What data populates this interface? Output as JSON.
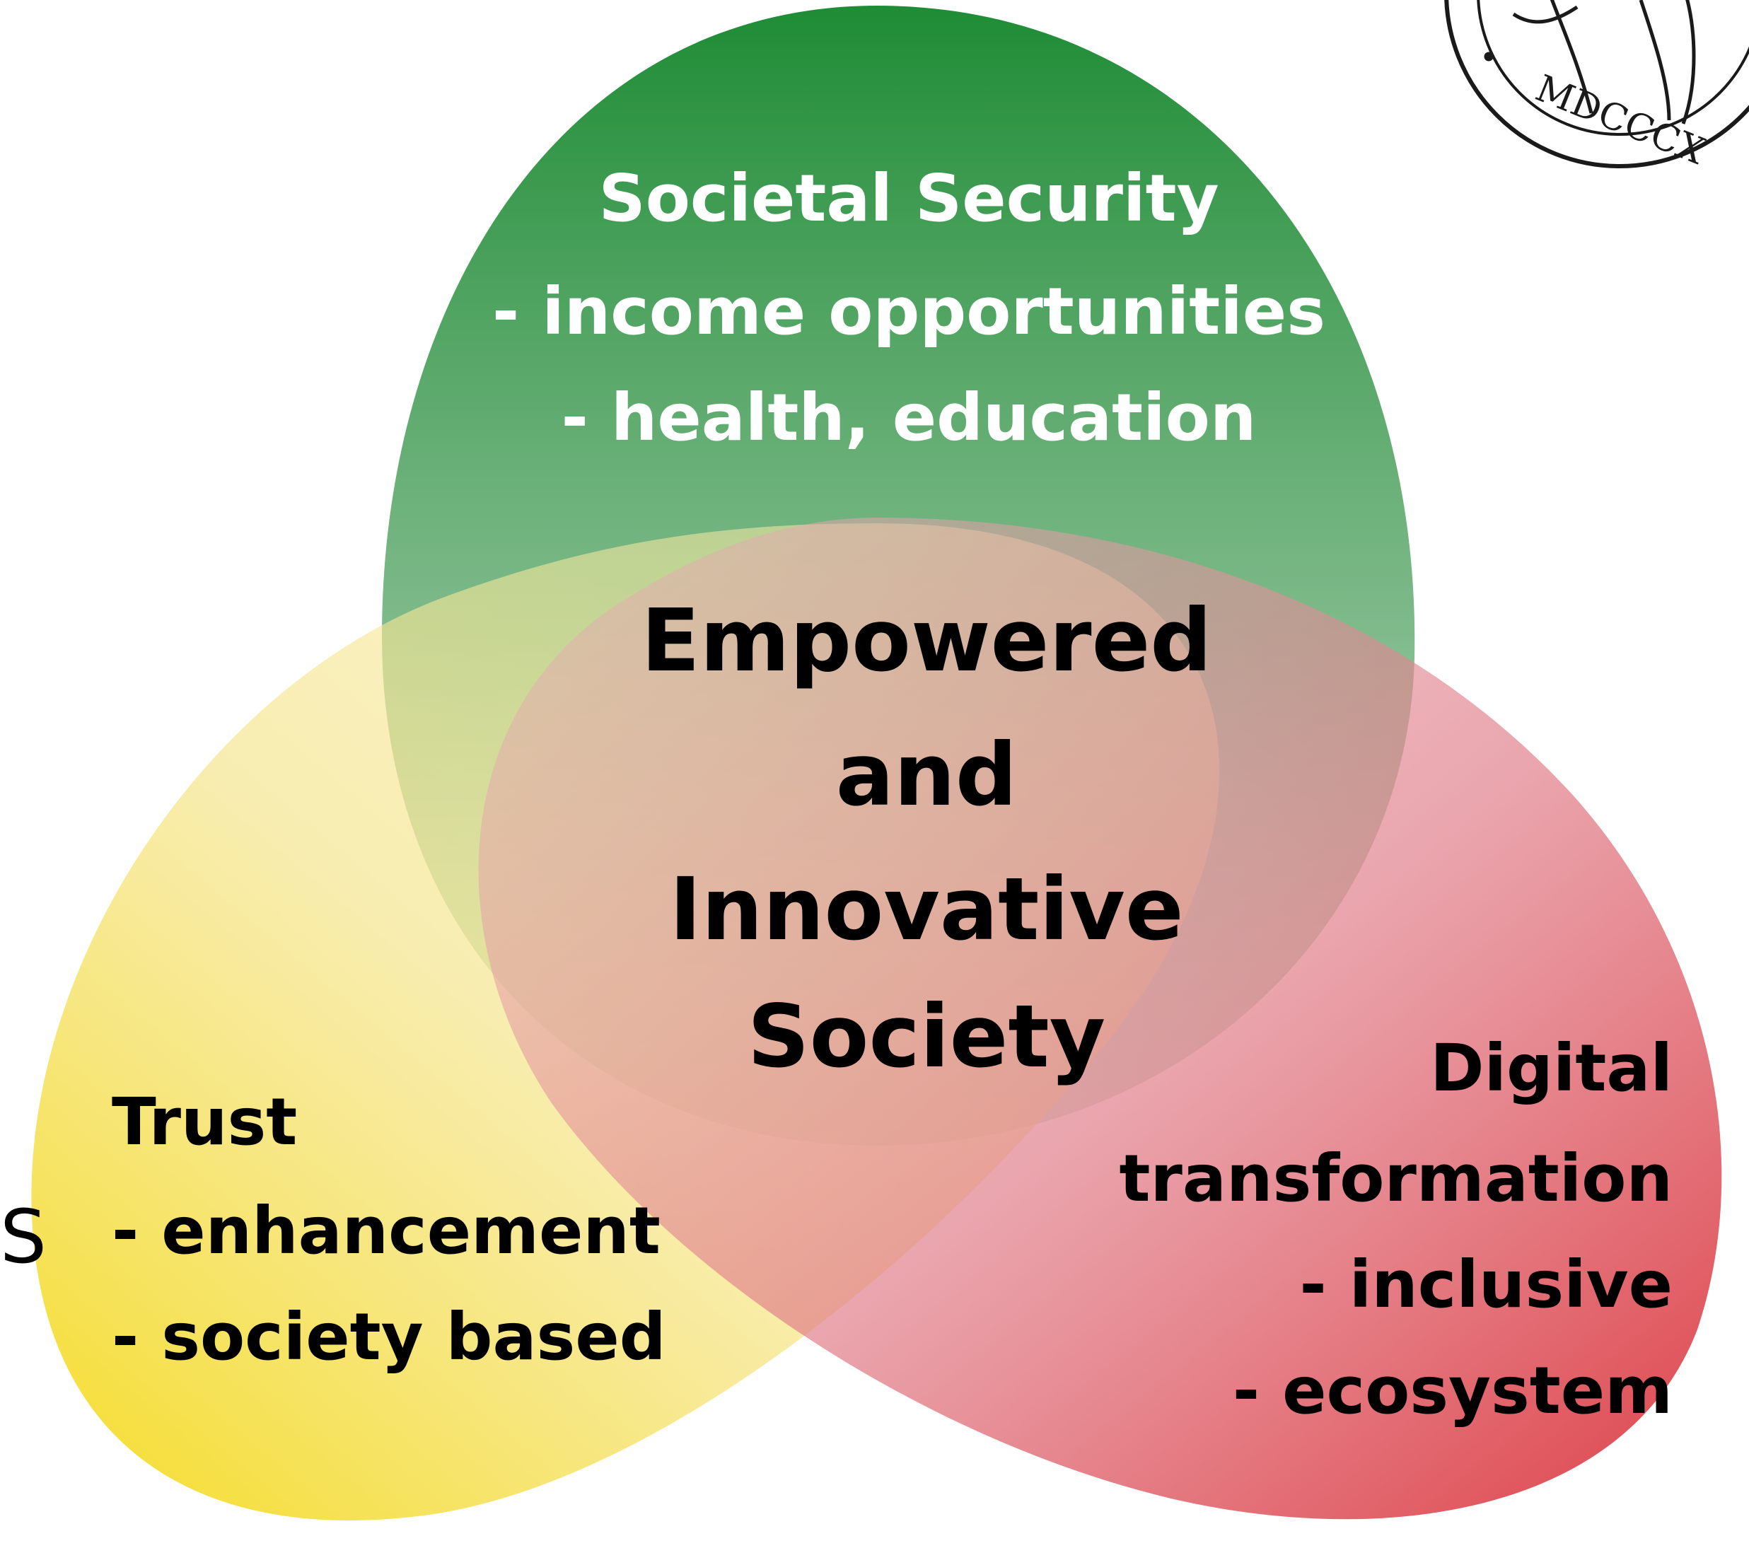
{
  "diagram": {
    "circles": {
      "top": {
        "title": "Societal Security",
        "lines": [
          "- income opportunities",
          "- health, education"
        ],
        "color": "#1e8c35",
        "text_color": "#ffffff"
      },
      "left": {
        "title": "Trust",
        "lines": [
          "- enhancement",
          "- society based"
        ],
        "color": "#f4d80c",
        "text_color": "#000000"
      },
      "right": {
        "title_lines": [
          "Digital",
          "transformation"
        ],
        "lines": [
          "- inclusive",
          "- ecosystem"
        ],
        "color": "#d81e26",
        "text_color": "#000000"
      }
    },
    "center": {
      "lines": [
        "Empowered",
        "and",
        "Innovative",
        "Society"
      ]
    },
    "edge_letter": "S",
    "seal": {
      "text": "MDCCCX",
      "icon": "university-seal-icon"
    }
  }
}
